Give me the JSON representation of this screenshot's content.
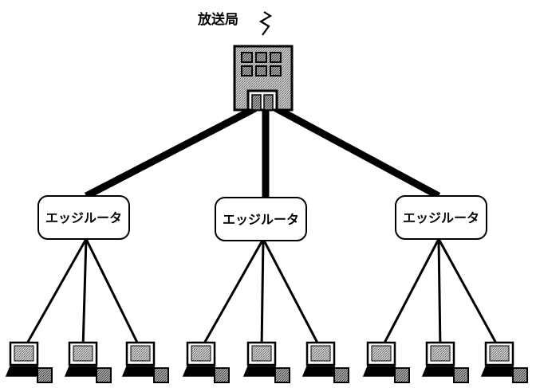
{
  "station": {
    "label": "放送局",
    "icon": "broadcast-signal-icon"
  },
  "routers": [
    {
      "label": "エッジルータ"
    },
    {
      "label": "エッジルータ"
    },
    {
      "label": "エッジルータ"
    }
  ],
  "terminals_per_router": 3,
  "colors": {
    "line": "#000000",
    "box_border": "#000000",
    "building_fill": "#bdbdbd",
    "screen_fill": "#a8a8a8"
  }
}
